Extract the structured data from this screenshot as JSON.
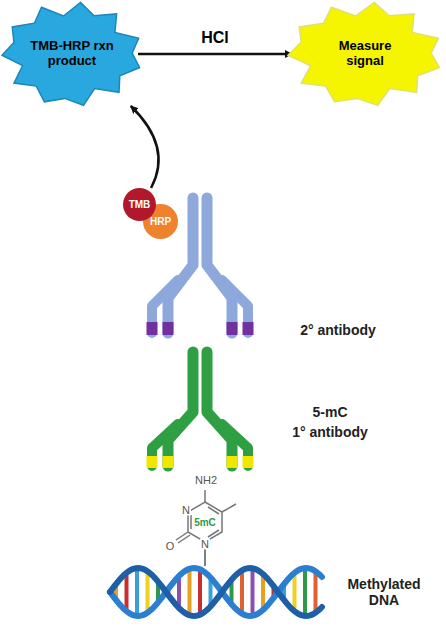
{
  "diagram": {
    "nodes": [
      {
        "text": [
          "TMB-HRP rxn product"
        ]
      },
      {
        "text": [
          "Measure signal"
        ]
      },
      {
        "text": [
          "TMB"
        ]
      },
      {
        "text": [
          "HRP"
        ]
      }
    ],
    "edges": [
      {
        "from": 0,
        "to": 1,
        "label": "HCl",
        "arrow": "to"
      },
      {
        "from": 2,
        "to": 0,
        "arrow": "to"
      }
    ],
    "labels": [
      "2° antibody",
      "5-mC",
      "1° antibody",
      "NH2",
      "N",
      "N",
      "O",
      "5mC",
      "Methylated DNA"
    ]
  }
}
